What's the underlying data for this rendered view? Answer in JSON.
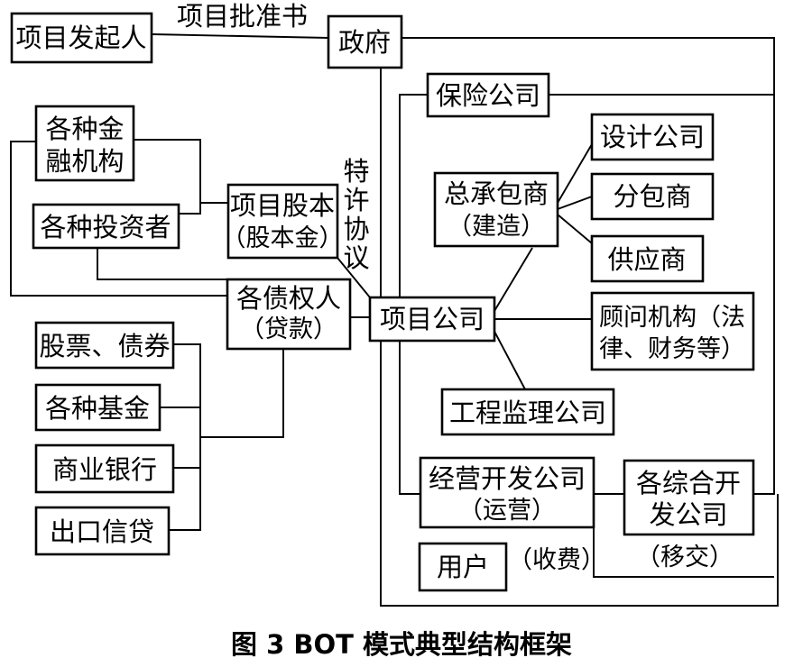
{
  "nodes": {
    "initiator": "项目发起人",
    "government": "政府",
    "insurance": "保险公司",
    "design": "设计公司",
    "fin_inst_1": "各种金",
    "fin_inst_2": "融机构",
    "investors": "各种投资者",
    "equity_1": "项目股本",
    "equity_2": "（股本金）",
    "contractor_1": "总承包商",
    "contractor_2": "（建造）",
    "subcontractor": "分包商",
    "supplier": "供应商",
    "creditor_1": "各债权人",
    "creditor_2": "（贷款）",
    "project_company": "项目公司",
    "consultant_1": "顾问机构（法",
    "consultant_2": "律、财务等）",
    "stocks_bonds": "股票、债券",
    "funds": "各种基金",
    "supervision": "工程监理公司",
    "commercial_bank": "商业银行",
    "operation_1": "经营开发公司",
    "operation_2": "（运营）",
    "integrated_1": "各综合开",
    "integrated_2": "发公司",
    "export_credit": "出口信贷",
    "user": "用户"
  },
  "labels": {
    "approval": "项目批准书",
    "franchise_1": "特",
    "franchise_2": "许",
    "franchise_3": "协",
    "franchise_4": "议",
    "charge": "（收费）",
    "transfer": "（移交）"
  },
  "caption": "图 3  BOT 模式典型结构框架"
}
